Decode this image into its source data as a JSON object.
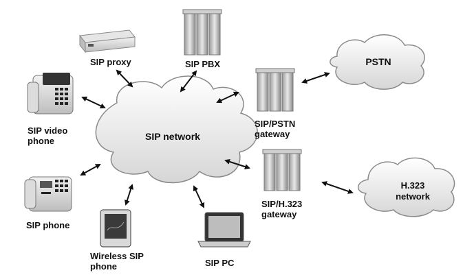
{
  "clouds": {
    "sip_network": "SIP network",
    "pstn": "PSTN",
    "h323_line1": "H.323",
    "h323_line2": "network"
  },
  "devices": {
    "sip_proxy": "SIP proxy",
    "sip_pbx": "SIP PBX",
    "sip_video_phone_line1": "SIP video",
    "sip_video_phone_line2": "phone",
    "sip_phone": "SIP phone",
    "wireless_sip_phone_line1": "Wireless SIP",
    "wireless_sip_phone_line2": "phone",
    "sip_pc": "SIP PC",
    "sip_pstn_gateway_line1": "SIP/PSTN",
    "sip_pstn_gateway_line2": "gateway",
    "sip_h323_gateway_line1": "SIP/H.323",
    "sip_h323_gateway_line2": "gateway"
  }
}
